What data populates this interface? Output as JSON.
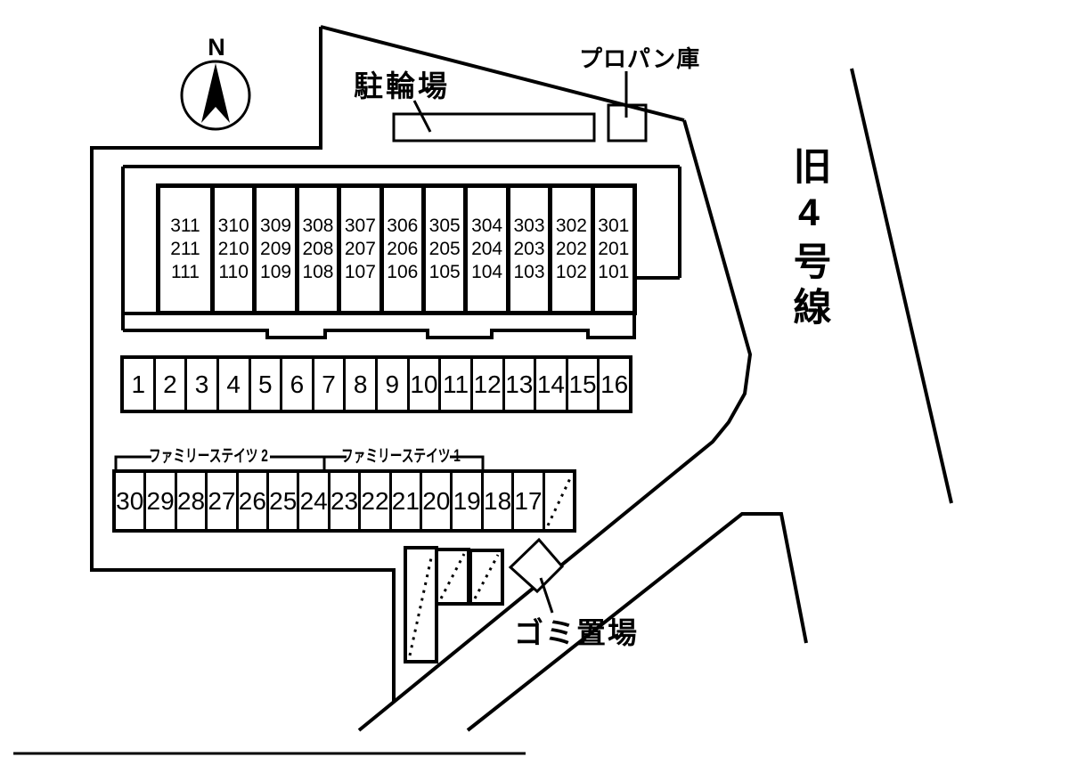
{
  "compass": {
    "north_label": "N"
  },
  "labels": {
    "bicycle_parking": "駐輪場",
    "propane_storage": "プロパン庫",
    "old_route_4": "旧4号線",
    "garbage_area": "ゴミ置場",
    "family_states_2": "ファミリーステイツ 2",
    "family_states_1": "ファミリーステイツ 1"
  },
  "building": {
    "columns": [
      {
        "rooms": [
          "311",
          "211",
          "111"
        ]
      },
      {
        "rooms": [
          "310",
          "210",
          "110"
        ]
      },
      {
        "rooms": [
          "309",
          "209",
          "109"
        ]
      },
      {
        "rooms": [
          "308",
          "208",
          "108"
        ]
      },
      {
        "rooms": [
          "307",
          "207",
          "107"
        ]
      },
      {
        "rooms": [
          "306",
          "206",
          "106"
        ]
      },
      {
        "rooms": [
          "305",
          "205",
          "105"
        ]
      },
      {
        "rooms": [
          "304",
          "204",
          "104"
        ]
      },
      {
        "rooms": [
          "303",
          "203",
          "103"
        ]
      },
      {
        "rooms": [
          "302",
          "202",
          "102"
        ]
      },
      {
        "rooms": [
          "301",
          "201",
          "101"
        ]
      }
    ]
  },
  "parking_row_1": {
    "spaces": [
      "1",
      "2",
      "3",
      "4",
      "5",
      "6",
      "7",
      "8",
      "9",
      "10",
      "11",
      "12",
      "13",
      "14",
      "15",
      "16"
    ]
  },
  "parking_row_2": {
    "spaces": [
      "30",
      "29",
      "28",
      "27",
      "26",
      "25",
      "24",
      "23",
      "22",
      "21",
      "20",
      "19",
      "18",
      "17"
    ],
    "extra_cell_dotted": true
  },
  "colors": {
    "line": "#000000",
    "background": "#ffffff"
  }
}
